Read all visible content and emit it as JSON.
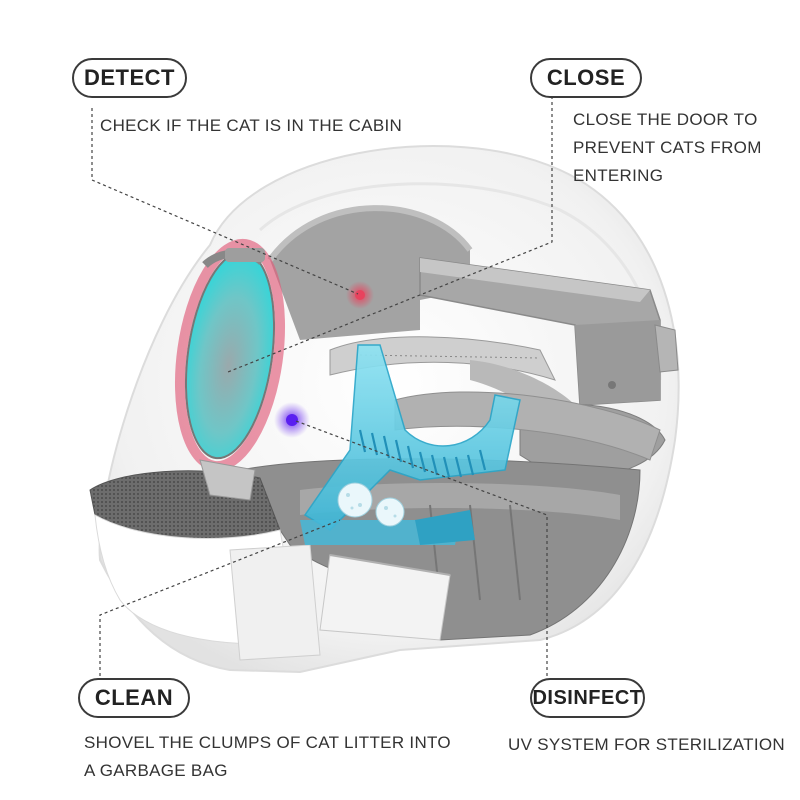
{
  "labels": {
    "detect": {
      "title": "DETECT",
      "lines": [
        "CHECK IF THE CAT IS IN THE CABIN"
      ]
    },
    "close": {
      "title": "CLOSE",
      "lines": [
        "CLOSE THE DOOR TO",
        "PREVENT CATS FROM",
        "ENTERING"
      ]
    },
    "clean": {
      "title": "CLEAN",
      "lines": [
        "SHOVEL THE CLUMPS OF CAT LITTER INTO",
        "A GARBAGE BAG"
      ]
    },
    "disinfect": {
      "title": "DISINFECT",
      "lines": [
        "UV SYSTEM FOR STERILIZATION"
      ]
    }
  },
  "colors": {
    "shell": "#f4f4f4",
    "interior": "#9a9a9a",
    "door_glow": "#4fc7c9",
    "door_rim": "#e05c7a",
    "rake": "#52c7e0",
    "sensor_red": "#e8435e",
    "sensor_uv": "#7a3cf0"
  }
}
